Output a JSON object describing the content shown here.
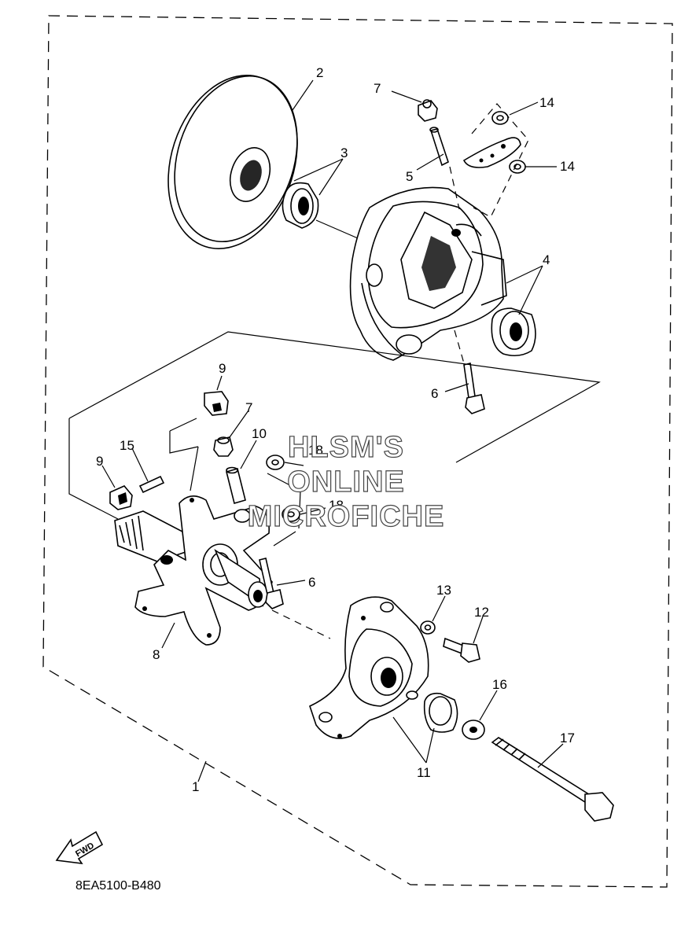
{
  "callouts": {
    "c1": "1",
    "c2": "2",
    "c3": "3",
    "c4": "4",
    "c5": "5",
    "c6a": "6",
    "c6b": "6",
    "c7a": "7",
    "c7b": "7",
    "c8": "8",
    "c9a": "9",
    "c9b": "9",
    "c10": "10",
    "c11": "11",
    "c12": "12",
    "c13": "13",
    "c14a": "14",
    "c14b": "14",
    "c15": "15",
    "c16": "16",
    "c17": "17",
    "c18a": "18",
    "c18b": "18"
  },
  "fwd_label": "FWD",
  "reference_code": "8EA5100-B480",
  "watermark": {
    "line1": "HLSM'S",
    "line2": "ONLINE",
    "line3": "MICROFICHE"
  }
}
